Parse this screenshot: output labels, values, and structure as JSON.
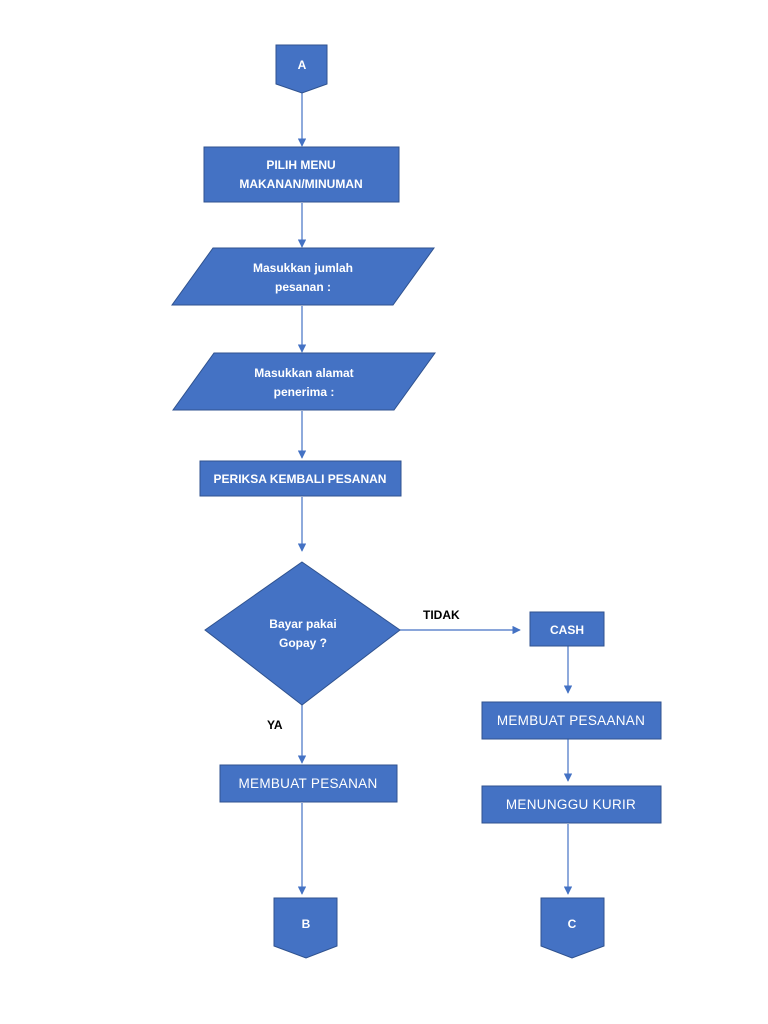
{
  "colors": {
    "shape_fill": "#4472c4",
    "shape_stroke": "#2f528f",
    "connector": "#4472c4",
    "shape_text": "#ffffff",
    "edge_label_text": "#000000"
  },
  "nodes": {
    "offpage_a": {
      "type": "off-page-connector",
      "label": "A"
    },
    "pilih_menu": {
      "type": "process",
      "line1": "PILIH MENU",
      "line2": "MAKANAN/MINUMAN"
    },
    "input_jumlah": {
      "type": "input",
      "line1": "Masukkan jumlah",
      "line2": "pesanan :"
    },
    "input_alamat": {
      "type": "input",
      "line1": "Masukkan alamat",
      "line2": "penerima :"
    },
    "periksa": {
      "type": "process",
      "label": "PERIKSA KEMBALI PESANAN"
    },
    "decision_gopay": {
      "type": "decision",
      "line1": "Bayar pakai",
      "line2": "Gopay ?"
    },
    "cash": {
      "type": "process",
      "label": "CASH"
    },
    "membuat_pesanan": {
      "type": "process",
      "label": "MEMBUAT PESANAN"
    },
    "membuat_pesaanan": {
      "type": "process",
      "label": "MEMBUAT PESAANAN"
    },
    "menunggu_kurir": {
      "type": "process",
      "label": "MENUNGGU KURIR"
    },
    "offpage_b": {
      "type": "off-page-connector",
      "label": "B"
    },
    "offpage_c": {
      "type": "off-page-connector",
      "label": "C"
    }
  },
  "edge_labels": {
    "no": "TIDAK",
    "yes": "YA"
  }
}
